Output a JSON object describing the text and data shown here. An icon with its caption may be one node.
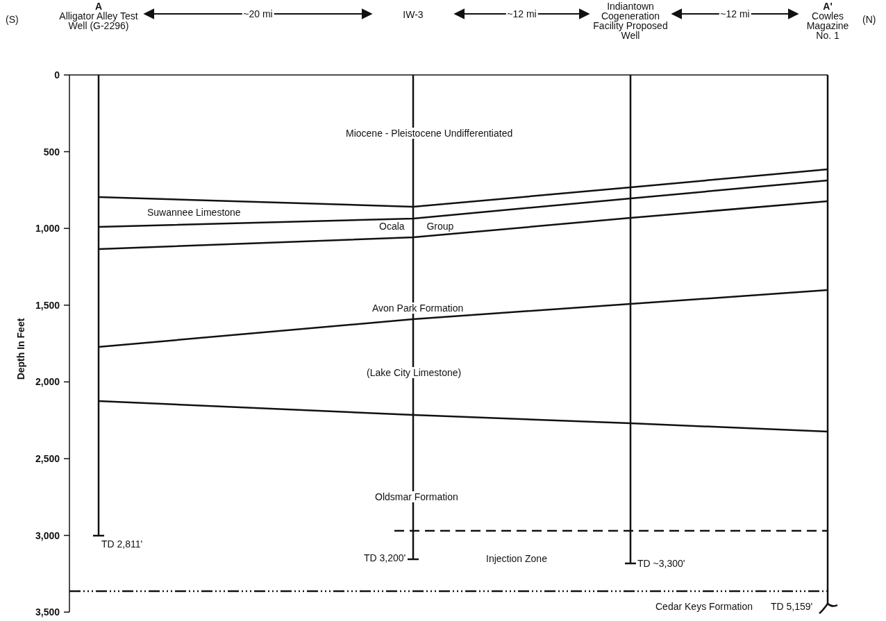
{
  "diagram": {
    "nodes": [
      {
        "text": [
          "A",
          "Alligator Alley Test Well (G-2296)"
        ]
      },
      {
        "text": [
          "IW-3"
        ]
      },
      {
        "text": [
          "Indiantown Cogeneration Facility Proposed Well"
        ]
      },
      {
        "text": [
          "A'",
          "Cowles Magazine No. 1"
        ]
      }
    ],
    "edges": [
      {
        "from": 0,
        "to": 1,
        "arrow": "both",
        "label": "~20 mi"
      },
      {
        "from": 1,
        "to": 2,
        "arrow": "both",
        "label": "~12 mi"
      },
      {
        "from": 2,
        "to": 3,
        "arrow": "both",
        "label": "~12 mi"
      }
    ],
    "labels": [
      "(S)",
      "(N)",
      "0",
      "500",
      "1,000",
      "1,500",
      "2,000",
      "2,500",
      "3,000",
      "3,500",
      "Depth In Feet",
      "Miocene - Pleistocene Undifferentiated",
      "Suwannee Limestone",
      "Ocala Group",
      "Avon Park Formation",
      "(Lake City Limestone)",
      "Oldsmar Formation",
      "Injection Zone",
      "Cedar Keys Formation",
      "TD 2,811'",
      "TD 3,200'",
      "TD ~3,300'",
      "TD 5,159'"
    ]
  }
}
